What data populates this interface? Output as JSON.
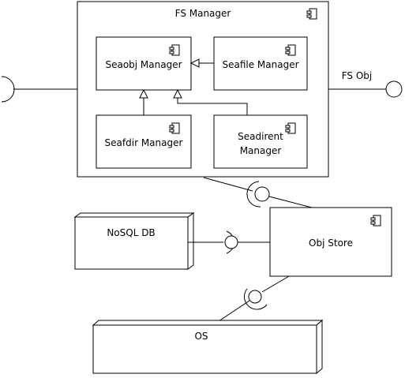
{
  "diagram": {
    "fs_manager": {
      "label": "FS Manager"
    },
    "seaobj_manager": {
      "label": "Seaobj Manager"
    },
    "seafile_manager": {
      "label": "Seafile Manager"
    },
    "seafdir_manager": {
      "label": "Seafdir Manager"
    },
    "seadirent_manager": {
      "line1": "Seadirent",
      "line2": "Manager"
    },
    "fs_obj_interface": {
      "label": "FS Obj"
    },
    "nosql_db": {
      "label": "NoSQL DB"
    },
    "obj_store": {
      "label": "Obj Store"
    },
    "os_node": {
      "label": "OS"
    }
  }
}
